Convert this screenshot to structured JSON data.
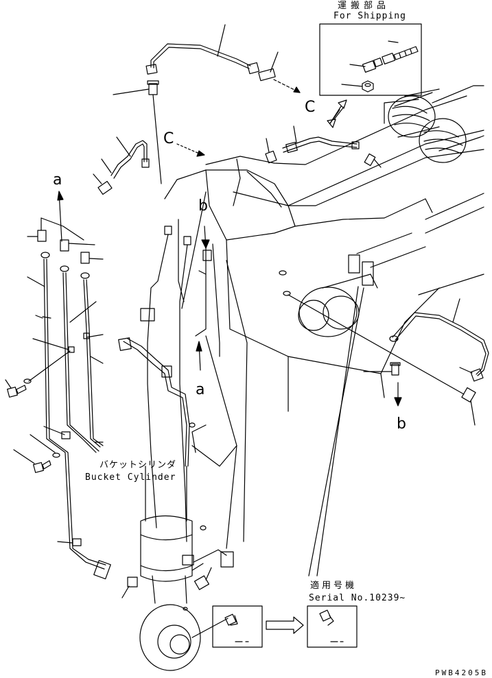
{
  "shipping": {
    "title_jp": "運搬部品",
    "title_en": "For Shipping"
  },
  "bucket_cylinder": {
    "label_jp": "バケットシリンダ",
    "label_en": "Bucket Cylinder"
  },
  "serial": {
    "label_jp": "適用号機",
    "label_en": "Serial No.10239~"
  },
  "refs": {
    "a_top": "a",
    "a_bottom": "a",
    "b_top": "b",
    "b_bottom": "b",
    "c_top": "C",
    "c_mid": "C"
  },
  "drawing_code": "PWB4205B",
  "colors": {
    "ink": "#000000",
    "paper": "#ffffff"
  }
}
